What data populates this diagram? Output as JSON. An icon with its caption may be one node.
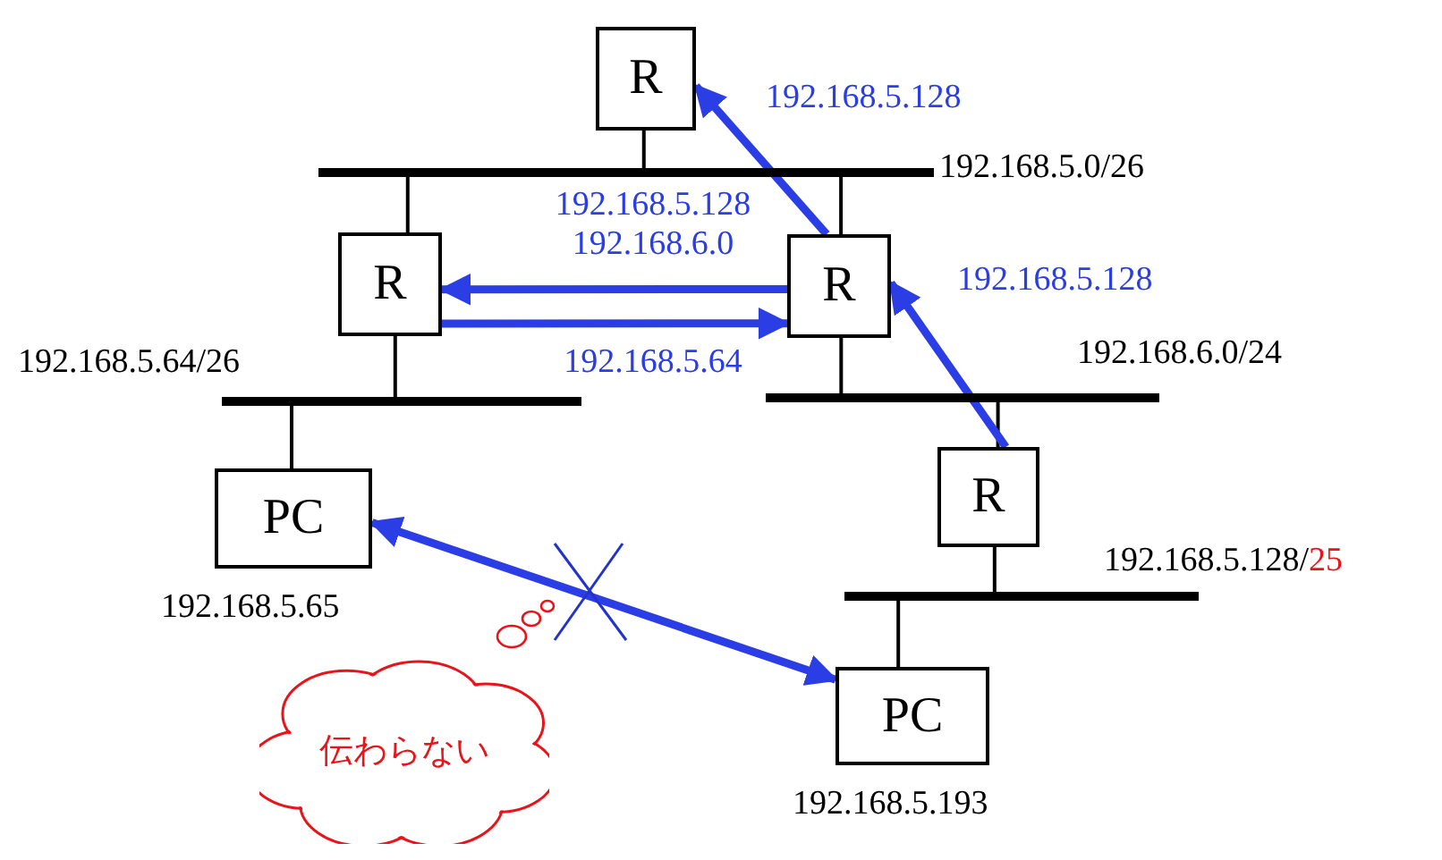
{
  "diagram": {
    "nodes": [
      {
        "text": [
          "R"
        ]
      },
      {
        "text": [],
        "shape": "bar",
        "beside": [
          "192.168.5.0/26"
        ]
      },
      {
        "text": [
          "R"
        ]
      },
      {
        "text": [
          "R"
        ]
      },
      {
        "text": [],
        "shape": "bar",
        "beside": [
          "192.168.5.64/26"
        ]
      },
      {
        "text": [],
        "shape": "bar",
        "beside": [
          "192.168.6.0/24"
        ]
      },
      {
        "text": [
          "R"
        ]
      },
      {
        "text": [],
        "shape": "bar",
        "beside": [
          "192.168.5.128/",
          "25"
        ]
      },
      {
        "text": [
          "PC"
        ],
        "beside": [
          "192.168.5.65"
        ]
      },
      {
        "text": [
          "PC"
        ],
        "beside": [
          "192.168.5.193"
        ]
      },
      {
        "text": [
          "伝わらない"
        ]
      }
    ],
    "edges": [
      {
        "from": 0,
        "to": 1,
        "arrow": "none"
      },
      {
        "from": 1,
        "to": 2,
        "arrow": "none"
      },
      {
        "from": 1,
        "to": 3,
        "arrow": "none"
      },
      {
        "from": 2,
        "to": 4,
        "arrow": "none"
      },
      {
        "from": 3,
        "to": 5,
        "arrow": "none"
      },
      {
        "from": 5,
        "to": 6,
        "arrow": "none"
      },
      {
        "from": 6,
        "to": 7,
        "arrow": "none"
      },
      {
        "from": 4,
        "to": 8,
        "arrow": "none"
      },
      {
        "from": 7,
        "to": 9,
        "arrow": "none"
      },
      {
        "from": 3,
        "to": 0,
        "arrow": "to",
        "label": "192.168.5.128",
        "style": "thick",
        "color": "#2b3ee6"
      },
      {
        "from": 6,
        "to": 3,
        "arrow": "to",
        "label": "192.168.5.128",
        "style": "thick",
        "color": "#2b3ee6"
      },
      {
        "from": 3,
        "to": 2,
        "arrow": "to",
        "label": "192.168.5.128 192.168.6.0",
        "style": "thick",
        "color": "#2b3ee6"
      },
      {
        "from": 2,
        "to": 3,
        "arrow": "to",
        "label": "192.168.5.64",
        "style": "thick",
        "color": "#2b3ee6"
      },
      {
        "from": 8,
        "to": 9,
        "arrow": "both",
        "style": "thick",
        "color": "#2b3ee6"
      }
    ]
  }
}
